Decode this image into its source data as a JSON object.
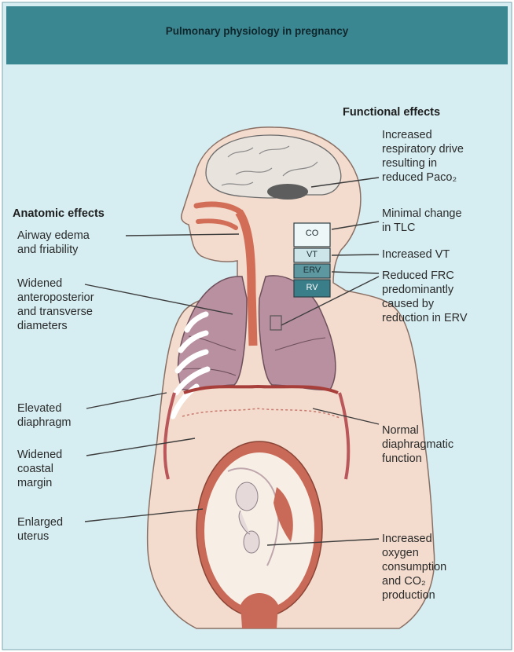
{
  "title": "Pulmonary physiology in pregnancy",
  "colors": {
    "header_bg": "#3a8791",
    "panel_bg": "#d6eef2",
    "skin": "#f3dccd",
    "lung": "#b8909f",
    "uterus": "#c96a58",
    "text": "#2a2a2a"
  },
  "sections": {
    "anatomic_header": "Anatomic effects",
    "functional_header": "Functional effects"
  },
  "volume_boxes": [
    "CO",
    "VT",
    "ERV",
    "RV"
  ],
  "anatomic_labels": [
    "Airway edema\nand friability",
    "Widened\nanteroposterior\nand transverse\ndiameters",
    "Elevated\ndiaphragm",
    "Widened\ncoastal\nmargin",
    "Enlarged\nuterus"
  ],
  "functional_labels": [
    "Increased\nrespiratory drive\nresulting in\nreduced Paco₂",
    "Minimal change\nin TLC",
    "Increased VT",
    "Reduced FRC\npredominantly\ncaused by\nreduction in ERV",
    "Normal\ndiaphragmatic\nfunction",
    "Increased\noxygen\nconsumption\nand CO₂\nproduction"
  ]
}
